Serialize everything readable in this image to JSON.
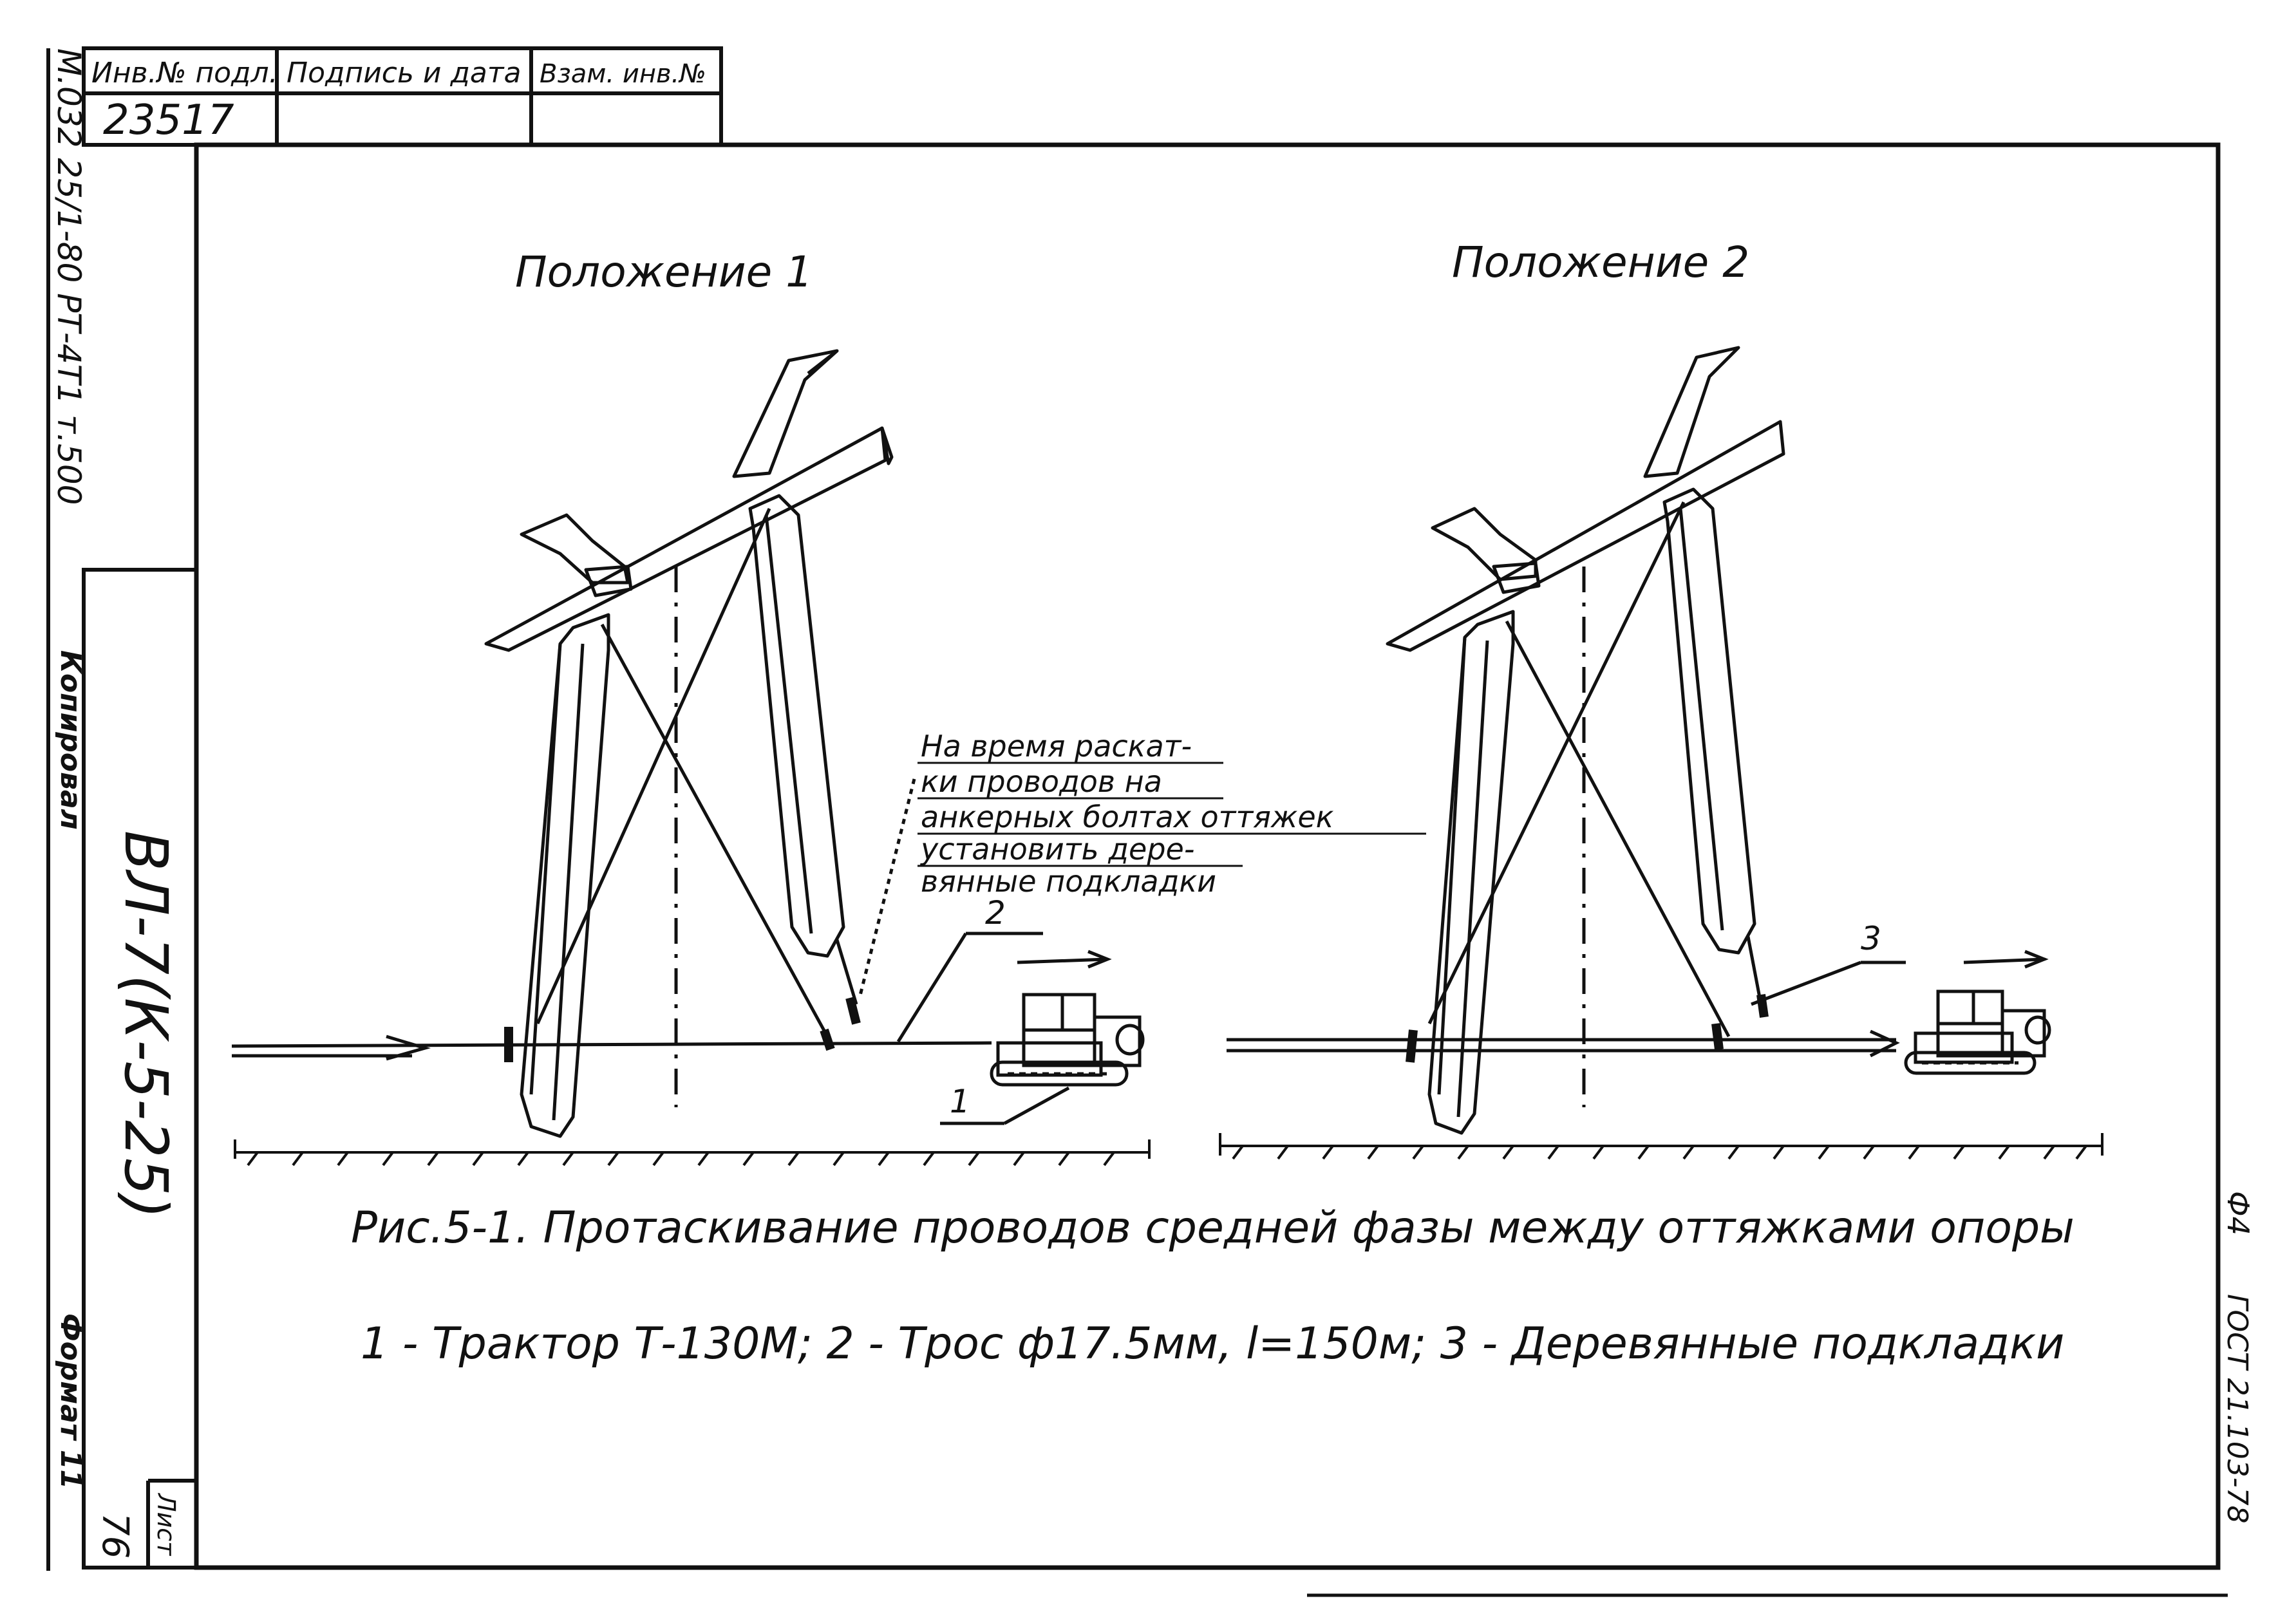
{
  "stamp": {
    "inv_header": "Инв.№ подл.",
    "sign_header": "Подпись и дата",
    "vzam_header": "Взам. инв.№",
    "inv_value": "23517"
  },
  "side": {
    "code_vertical": "М.032 25/1-80 РТ-4Т1 т.500",
    "copied": "Копировал",
    "doc_code": "ВЛ-7(К-5-25)",
    "format": "Формат 11",
    "sheet_label": "Лист",
    "sheet_number": "76"
  },
  "right_margin": {
    "f4": "Ф4",
    "gost": "ГОСТ 21.103-78"
  },
  "diagram": {
    "position1": "Положение 1",
    "position2": "Положение 2",
    "note_lines": [
      "На время раскат-",
      "ки проводов на",
      "анкерных болтах оттяжек",
      "установить дере-",
      "вянные подкладки"
    ],
    "label_1": "1",
    "label_2": "2",
    "label_3": "3"
  },
  "caption": {
    "title": "Рис.5-1. Протаскивание проводов средней фазы между оттяжками опоры",
    "legend": "1 - Трактор Т-130М; 2 - Трос ф17.5мм, l=150м; 3 - Деревянные подкладки"
  },
  "colors": {
    "ink": "#111111",
    "paper": "#ffffff"
  }
}
